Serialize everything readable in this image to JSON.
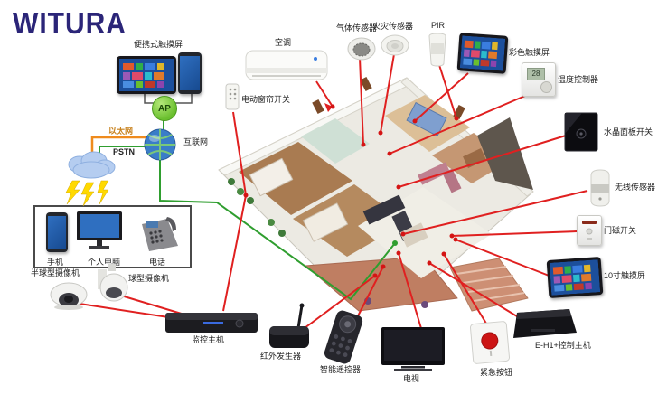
{
  "logo": {
    "text": "WITURA"
  },
  "network": {
    "portable_label": "便携式触摸屏",
    "ap": "AP",
    "ethernet": "以太网",
    "pstn": "PSTN",
    "internet": "互联网"
  },
  "comm_box": {
    "phone": "手机",
    "pc": "个人电脑",
    "telephone": "电话"
  },
  "cameras": {
    "dome": "半球型摄像机",
    "ptz": "球型摄像机"
  },
  "bottom_devices": {
    "dvr": "监控主机",
    "ir": "红外发生器",
    "remote": "智能遥控器",
    "tv": "电视",
    "emergency": "紧急按钮",
    "eh1": "E-H1+控制主机"
  },
  "right_devices": {
    "ts10": "10寸触摸屏",
    "door": "门磁开关",
    "wireless": "无线传感器",
    "crystal": "水晶面板开关",
    "thermo": "温度控制器",
    "thermo_lcd": "28",
    "colorts": "彩色触摸屏"
  },
  "top_devices": {
    "pir": "PIR",
    "fire": "火灾传感器",
    "gas": "气体传感器",
    "ac": "空调",
    "curtain": "电动窗帘开关"
  },
  "colors": {
    "red_line": "#e02020",
    "green_line": "#2f9e2f",
    "orange_line": "#ef8b1d",
    "logo": "#2b2578"
  }
}
